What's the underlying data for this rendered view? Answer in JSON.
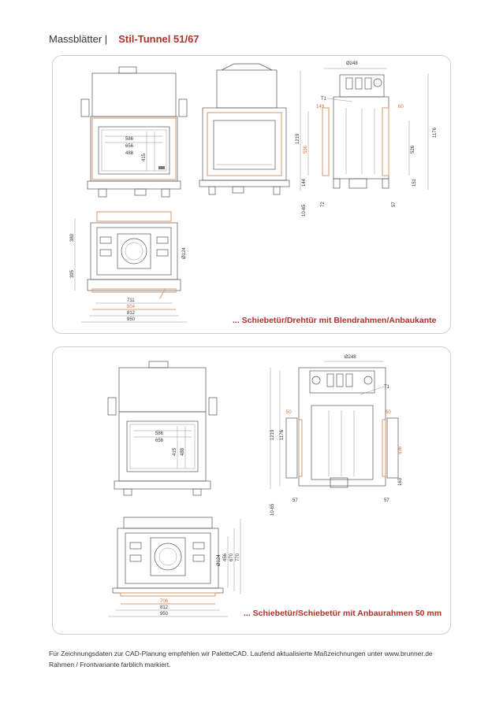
{
  "header": {
    "doc_title": "Massblätter |",
    "product": "Stil-Tunnel 51/67"
  },
  "panel1": {
    "caption": "... Schiebetür/Drehtür mit Blendrahmen/Anbaukante",
    "dims": {
      "d586": "586",
      "d656": "656",
      "d488": "488",
      "d415": "415",
      "d248": "Ø248",
      "t1": "T1",
      "d149": "149",
      "d60": "60",
      "d1219": "1219",
      "d1176": "1176",
      "d556": "556",
      "d526": "526",
      "d144": "144",
      "d151": "151",
      "d1065": "10-65",
      "d72": "72",
      "d57": "57",
      "d380": "380",
      "d395": "395",
      "d124": "Ø124",
      "d711": "711",
      "d804": "804",
      "d812": "812",
      "d950": "950"
    }
  },
  "panel2": {
    "caption": "... Schiebetür/Schiebetür mit Anbaurahmen 50 mm",
    "dims": {
      "d586": "586",
      "d656": "656",
      "d415": "415",
      "d488": "488",
      "d248": "Ø248",
      "t1": "T1",
      "d50a": "50",
      "d50b": "50",
      "d1219": "1219",
      "d1176": "1176",
      "d536": "536",
      "d163": "163",
      "d1065": "10-65",
      "d57a": "57",
      "d57b": "57",
      "d124": "Ø124",
      "d456": "456",
      "d670": "670",
      "d770": "770",
      "d706": "706",
      "d812": "812",
      "d950": "950"
    }
  },
  "footer": {
    "line1": "Für Zeichnungsdaten zur CAD-Planung empfehlen wir PaletteCAD. Laufend aktualisierte Maßzeichnungen unter www.brunner.de",
    "line2": "Rahmen / Frontvariante farblich markiert."
  }
}
